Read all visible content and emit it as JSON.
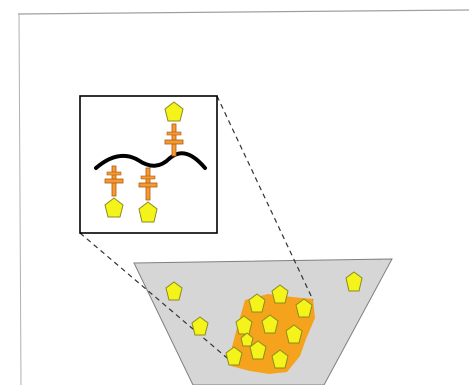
{
  "colors": {
    "background": "#ffffff",
    "page_edge": "#9a9a9a",
    "well_fill": "#d6d6d6",
    "well_stroke": "#7f7f7f",
    "pentagon_fill": "#f4f41a",
    "pentagon_stroke": "#8c8c20",
    "cluster_fill": "#f5a21c",
    "cross_fill": "#f39a33",
    "cross_stroke": "#b35a10",
    "polymer_chain": "#000000",
    "inset_border": "#000000",
    "zoom_lines": "#333333"
  },
  "icons": {
    "antigen": "yellow-pentagon",
    "linker": "orange-cross",
    "chain": "black-wavy-line",
    "well": "grey-trapezoid"
  },
  "counts": {
    "free_antigens_in_well": 3,
    "clustered_antigens_in_well": 10,
    "inset_antigens": 3
  }
}
